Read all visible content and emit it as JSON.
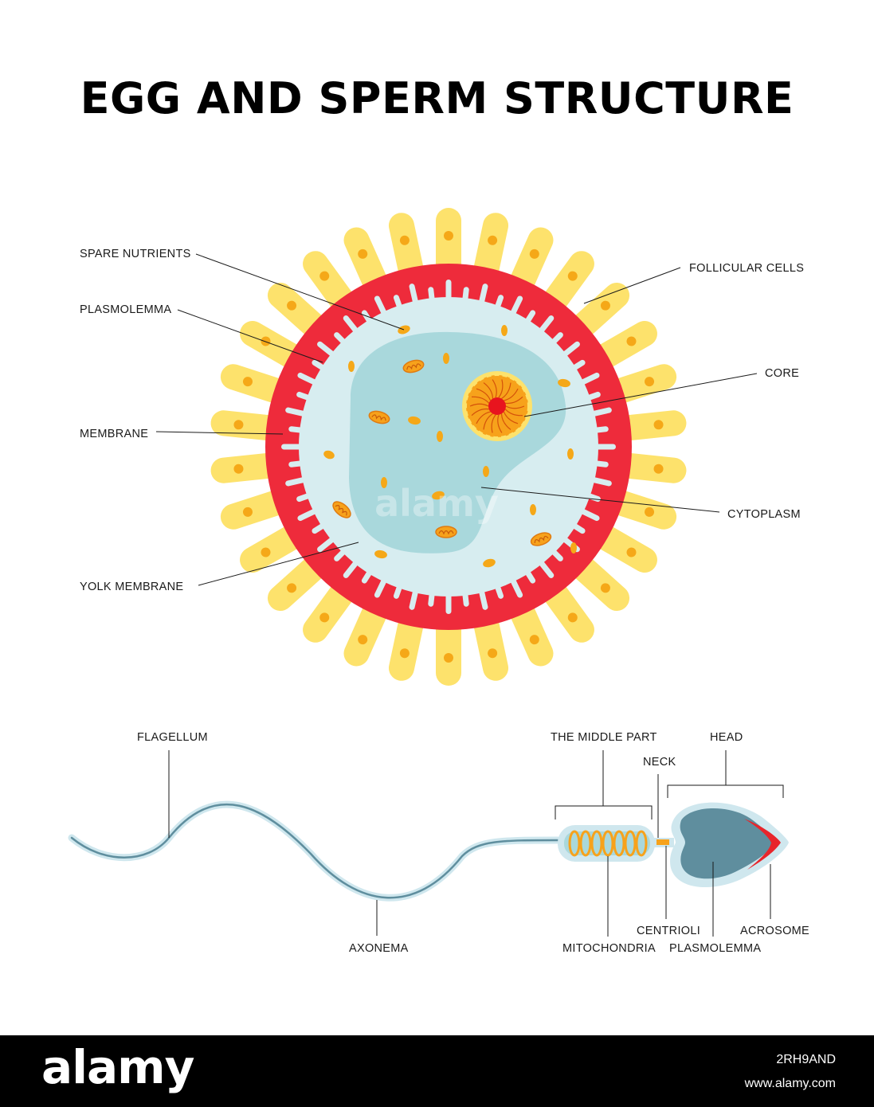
{
  "title": "EGG AND SPERM STRUCTURE",
  "egg": {
    "labels": {
      "spare_nutrients": "SPARE NUTRIENTS",
      "plasmolemma": "PLASMOLEMMA",
      "membrane": "MEMBRANE",
      "yolk_membrane": "YOLK MEMBRANE",
      "follicular_cells": "FOLLICULAR CELLS",
      "core": "CORE",
      "cytoplasm": "CYTOPLASM"
    }
  },
  "sperm": {
    "labels": {
      "flagellum": "FLAGELLUM",
      "middle_part": "THE MIDDLE PART",
      "neck": "NECK",
      "head": "HEAD",
      "axonema": "AXONEMA",
      "mitochondria": "MITOCHONDRIA",
      "centrioli": "CENTRIOLI",
      "plasmolemma": "PLASMOLEMMA",
      "acrosome": "ACROSOME"
    }
  },
  "colors": {
    "follicle": "#fde26c",
    "follicle_dot": "#f5a818",
    "membrane": "#ee2b3b",
    "cytoplasm_light": "#d7edf0",
    "cytoplasm_dark": "#a9d8dc",
    "core_orange": "#f7a21b",
    "core_center": "#e8141e",
    "sperm_outer": "#cfe7ee",
    "sperm_head": "#5f8e9e",
    "acrosome": "#e8252b",
    "line": "#1a1a1a"
  },
  "watermark": "alamy",
  "footer": {
    "logo": "alamy",
    "image_id": "2RH9AND",
    "site": "www.alamy.com"
  }
}
